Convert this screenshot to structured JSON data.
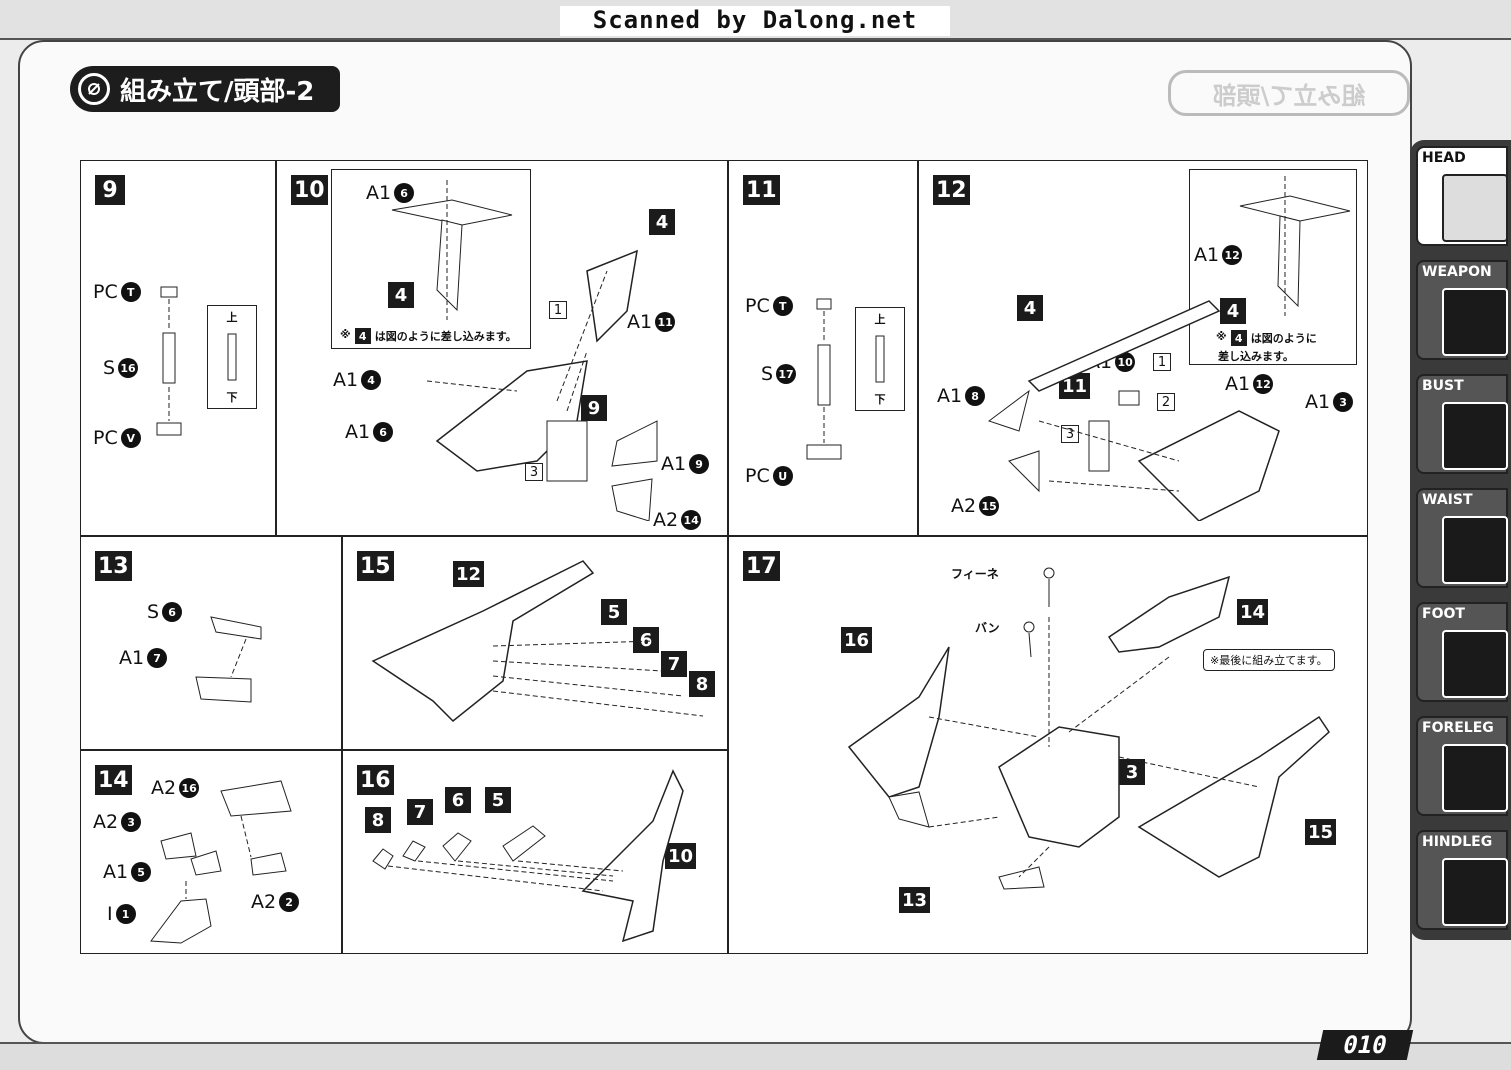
{
  "header": {
    "scan_credit": "Scanned by Dalong.net",
    "section_title": "組み立て/頭部-2",
    "mirrored_title": "組み立て/頭部"
  },
  "side_tabs": [
    {
      "label": "HEAD",
      "active": true
    },
    {
      "label": "WEAPON",
      "active": false
    },
    {
      "label": "BUST",
      "active": false
    },
    {
      "label": "WAIST",
      "active": false
    },
    {
      "label": "FOOT",
      "active": false
    },
    {
      "label": "FORELEG",
      "active": false
    },
    {
      "label": "HINDLEG",
      "active": false
    }
  ],
  "steps": {
    "s9": {
      "number": "9",
      "labels": {
        "pc_t": "PC",
        "pc_t_n": "T",
        "s": "S",
        "s_n": "16",
        "pc_v": "PC",
        "pc_v_n": "V"
      },
      "orientation": {
        "top": "上",
        "bottom": "下"
      }
    },
    "s10": {
      "number": "10",
      "inset": {
        "a1": "A1",
        "a1_n": "6",
        "part": "4",
        "note_part": "4",
        "note": "は図のように差し込みます。"
      },
      "labels": {
        "a1_4": "A1",
        "a1_4_n": "4",
        "a1_6": "A1",
        "a1_6_n": "6",
        "a1_11": "A1",
        "a1_11_n": "11",
        "a1_9": "A1",
        "a1_9_n": "9",
        "a2_14": "A2",
        "a2_14_n": "14"
      },
      "tags": {
        "t4": "4",
        "t9": "9"
      },
      "seq": [
        "1",
        "2",
        "3"
      ]
    },
    "s11": {
      "number": "11",
      "labels": {
        "pc_t": "PC",
        "pc_t_n": "T",
        "s": "S",
        "s_n": "17",
        "pc_u": "PC",
        "pc_u_n": "U"
      },
      "orientation": {
        "top": "上",
        "bottom": "下"
      }
    },
    "s12": {
      "number": "12",
      "inset": {
        "a1": "A1",
        "a1_n": "12",
        "part": "4",
        "note_part": "4",
        "note1": "は図のように",
        "note2": "差し込みます。"
      },
      "labels": {
        "a1_10": "A1",
        "a1_10_n": "10",
        "a1_8": "A1",
        "a1_8_n": "8",
        "a1_12": "A1",
        "a1_12_n": "12",
        "a1_3": "A1",
        "a1_3_n": "3",
        "a2_15": "A2",
        "a2_15_n": "15"
      },
      "tags": {
        "t4": "4",
        "t11": "11"
      },
      "seq": [
        "1",
        "2",
        "3"
      ]
    },
    "s13": {
      "number": "13",
      "labels": {
        "s": "S",
        "s_n": "6",
        "a1": "A1",
        "a1_n": "7"
      }
    },
    "s14": {
      "number": "14",
      "labels": {
        "a2_16": "A2",
        "a2_16_n": "16",
        "a2_3": "A2",
        "a2_3_n": "3",
        "a1_5": "A1",
        "a1_5_n": "5",
        "i1": "I",
        "i1_n": "1",
        "a2_2": "A2",
        "a2_2_n": "2"
      }
    },
    "s15": {
      "number": "15",
      "tags": [
        "12",
        "5",
        "6",
        "7",
        "8"
      ]
    },
    "s16": {
      "number": "16",
      "tags": [
        "8",
        "7",
        "6",
        "5",
        "10"
      ]
    },
    "s17": {
      "number": "17",
      "figures": {
        "f1": "フィーネ",
        "f2": "バン"
      },
      "note": "※最後に組み立てます。",
      "tags": [
        "16",
        "14",
        "3",
        "15",
        "13"
      ]
    }
  },
  "page": {
    "number": "010"
  }
}
